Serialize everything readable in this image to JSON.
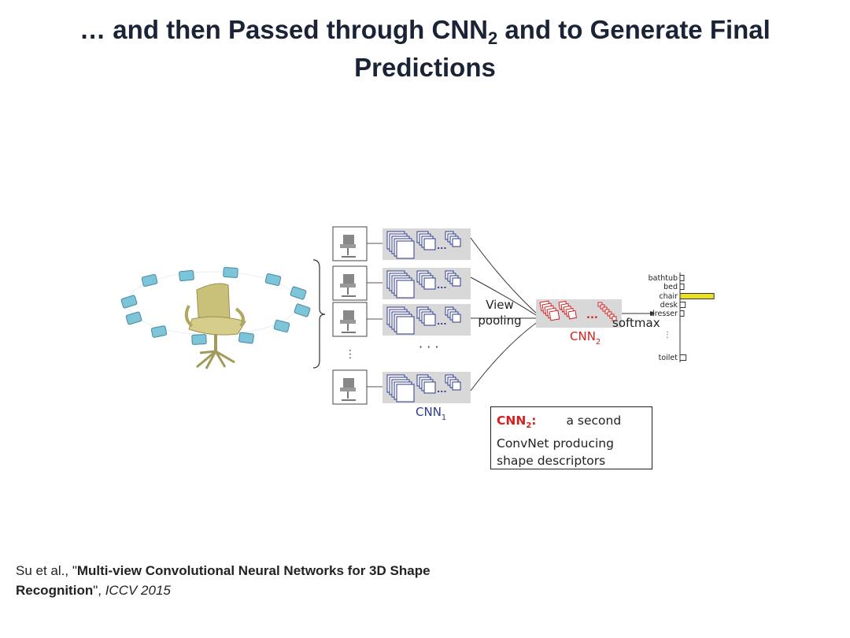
{
  "slide": {
    "title_line1_pre": "… and then Passed through CNN",
    "title_sub": "2",
    "title_line1_post": " and to Generate Final",
    "title_line2": "Predictions"
  },
  "diagram": {
    "view_pooling_line1": "View",
    "view_pooling_line2": "pooling",
    "cnn1_label": "CNN",
    "cnn1_sub": "1",
    "cnn2_label": "CNN",
    "cnn2_sub": "2",
    "softmax_label": "softmax",
    "ellipsis_h": "· · ·",
    "ellipsis_small": "...",
    "classes": [
      "bathtub",
      "bed",
      "chair",
      "desk",
      "dresser",
      "toilet"
    ],
    "class_scores": [
      0.05,
      0.06,
      0.9,
      0.14,
      0.1,
      0.16
    ],
    "colors": {
      "cnn1": "#2d3a8c",
      "cnn2": "#d42020",
      "chair_bar": "#e8e020",
      "camera": "#7cc4d8",
      "panel": "#d8d8d8"
    }
  },
  "note": {
    "cnn_label": "CNN",
    "cnn_sub": "2",
    "colon": ":",
    "line1_rest": "a second",
    "line2": "ConvNet producing",
    "line3": "shape descriptors"
  },
  "citation": {
    "authors": "Su et al., \"",
    "paper_line1": "Multi-view Convolutional Neural Networks for 3D Shape",
    "paper_line2": "Recognition",
    "close": "\", ",
    "venue": "ICCV 2015"
  }
}
